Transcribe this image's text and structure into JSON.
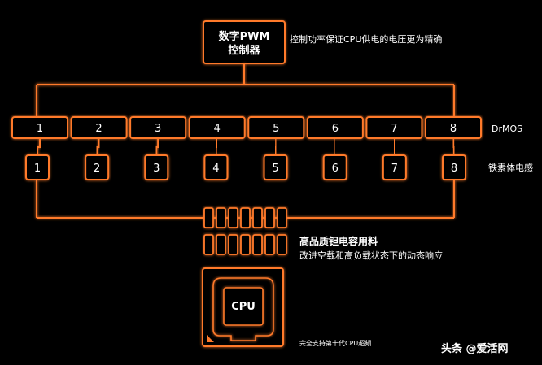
{
  "controller": {
    "line1": "数字PWM",
    "line2": "控制器",
    "note": "控制功率保证CPU供电的电压更为精确"
  },
  "drmos": {
    "label": "DrMOS",
    "items": [
      "1",
      "2",
      "3",
      "4",
      "5",
      "6",
      "7",
      "8"
    ]
  },
  "inductor": {
    "label": "铁素体电感",
    "items": [
      "1",
      "2",
      "3",
      "4",
      "5",
      "6",
      "7",
      "8"
    ]
  },
  "capacitor": {
    "title": "高品质钽电容用料",
    "subtitle": "改进空载和高负载状态下的动态响应"
  },
  "cpu": {
    "label": "CPU",
    "note": "完全支持第十代CPU超频"
  },
  "watermark": "头条 @爱活网",
  "colors": {
    "background": "#000000",
    "accent": "#ff7a2a",
    "accent_dark": "#8a2e0c",
    "text": "#ffffff"
  }
}
